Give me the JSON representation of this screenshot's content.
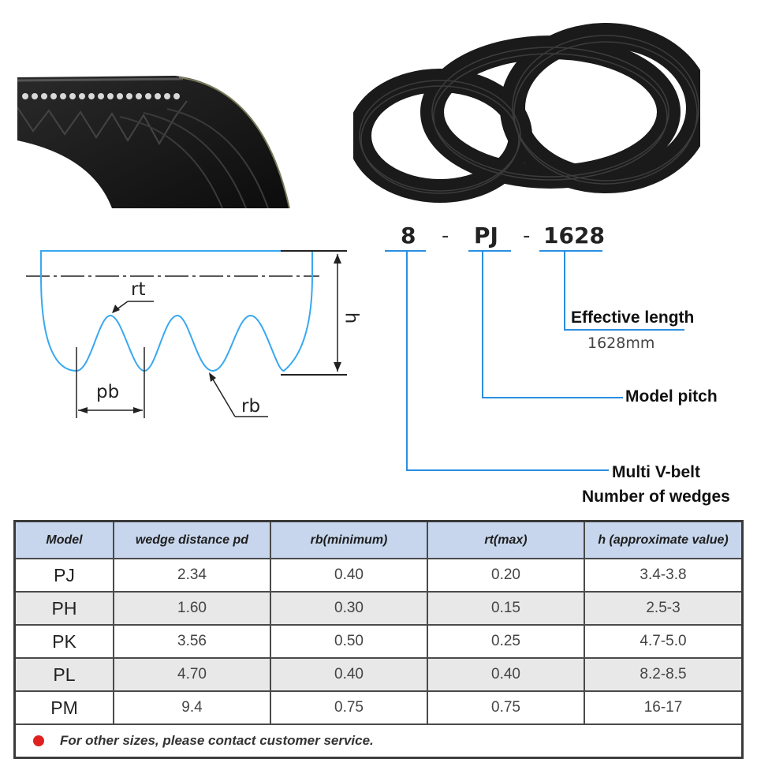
{
  "code": {
    "wedges": "8",
    "sep1": "-",
    "model": "PJ",
    "sep2": "-",
    "length": "1628"
  },
  "callouts": {
    "effective_length_title": "Effective length",
    "effective_length_value": "1628mm",
    "model_pitch": "Model pitch",
    "multi_vbelt_line1": "Multi V-belt",
    "multi_vbelt_line2": "Number of wedges"
  },
  "diagram": {
    "rt": "rt",
    "pb": "pb",
    "rb": "rb",
    "h": "h"
  },
  "table": {
    "headers": [
      "Model",
      "wedge distance pd",
      "rb(minimum)",
      "rt(max)",
      "h (approximate value)"
    ],
    "rows": [
      [
        "PJ",
        "2.34",
        "0.40",
        "0.20",
        "3.4-3.8"
      ],
      [
        "PH",
        "1.60",
        "0.30",
        "0.15",
        "2.5-3"
      ],
      [
        "PK",
        "3.56",
        "0.50",
        "0.25",
        "4.7-5.0"
      ],
      [
        "PL",
        "4.70",
        "0.40",
        "0.40",
        "8.2-8.5"
      ],
      [
        "PM",
        "9.4",
        "0.75",
        "0.75",
        "16-17"
      ]
    ],
    "note": "For other sizes, please contact customer service."
  },
  "colors": {
    "accent_line": "#2a8fe0",
    "profile_line": "#38a8f0",
    "header_bg": "#c7d6ec",
    "note_dot": "#e02020"
  }
}
